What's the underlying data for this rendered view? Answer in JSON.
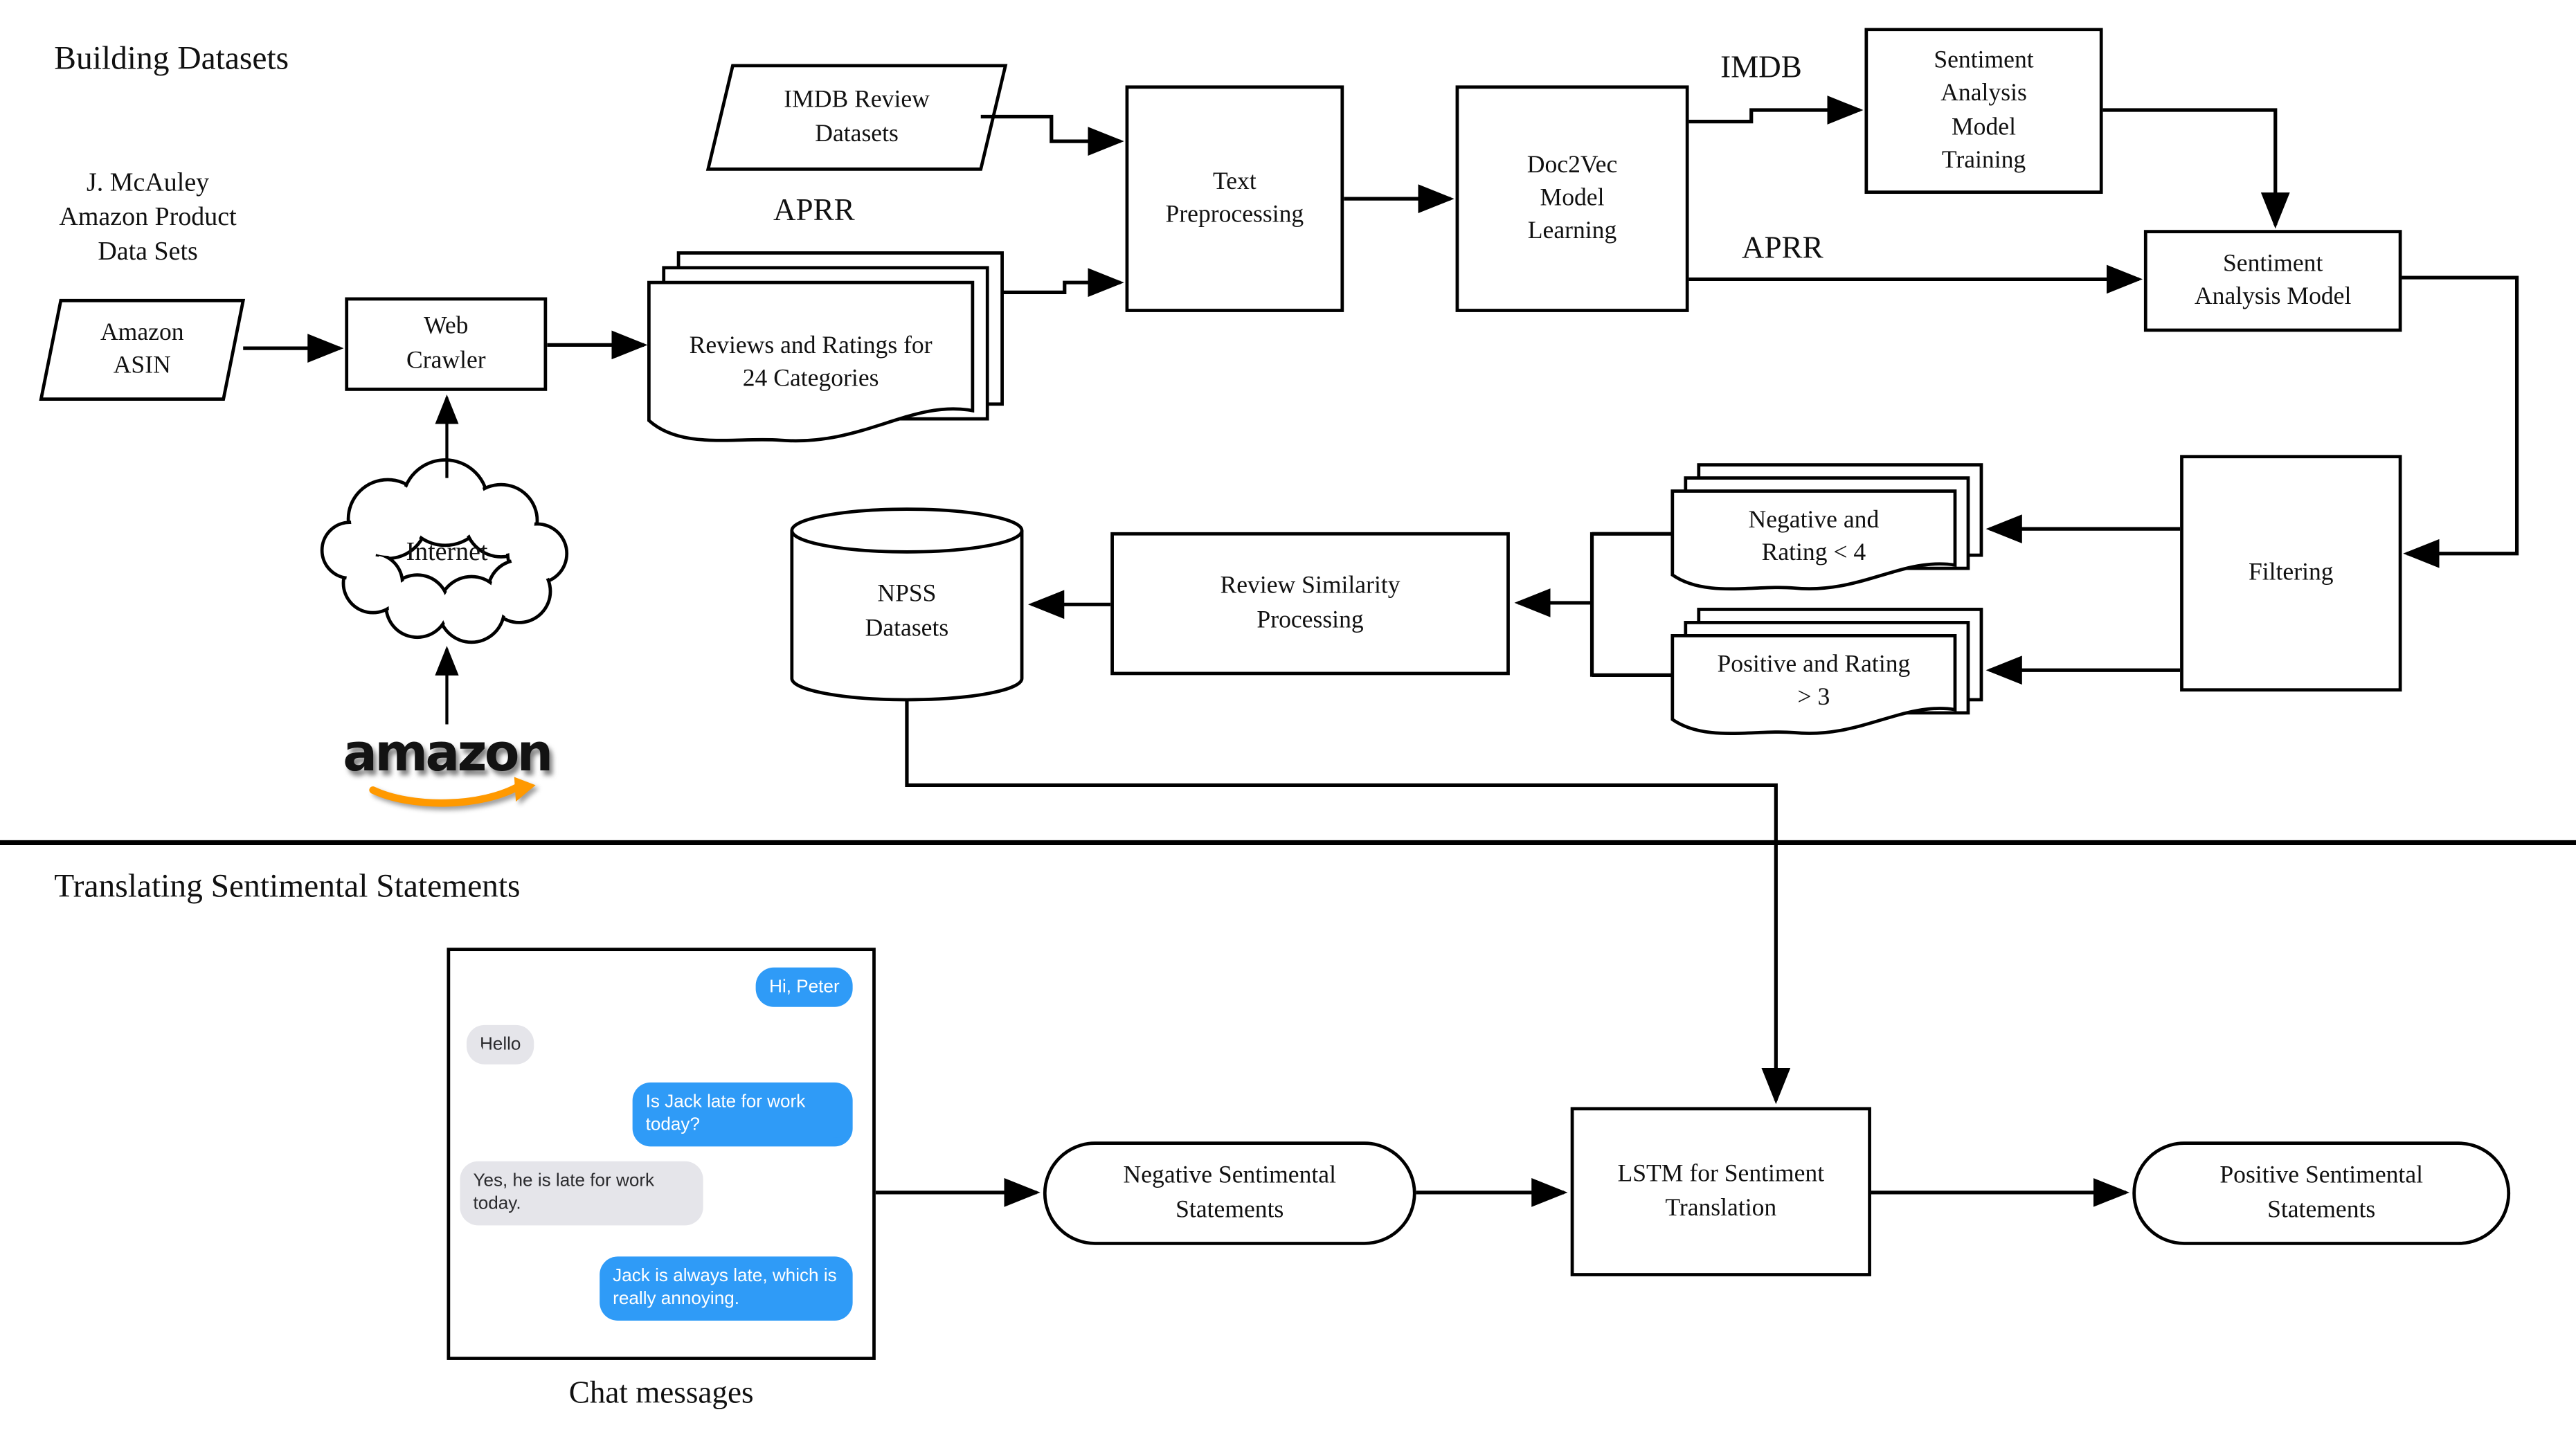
{
  "titles": {
    "building": "Building Datasets",
    "translating": "Translating Sentimental Statements"
  },
  "notes": {
    "mcauley": {
      "line1": "J. McAuley",
      "line2": "Amazon Product",
      "line3": "Data Sets"
    }
  },
  "edge_labels": {
    "imdb": "IMDB",
    "aprr": "APRR",
    "stack_tag": "APRR"
  },
  "nodes": {
    "amazon_asin": "Amazon ASIN",
    "web_crawler": "Web Crawler",
    "internet_cloud": "Internet",
    "amazon_logo": "amazon",
    "reviews_stack": "Reviews and Ratings for 24 Categories",
    "imdb_datasets": "IMDB Review Datasets",
    "text_preprocessing": "Text Preprocessing",
    "doc2vec": "Doc2Vec Model Learning",
    "sentiment_training": "Sentiment Analysis Model Training",
    "sentiment_model": "Sentiment Analysis Model",
    "filtering": "Filtering",
    "negative_stack": "Negative and Rating < 4",
    "positive_stack": "Positive and Rating > 3",
    "review_similarity": "Review Similarity Processing",
    "npss": "NPSS Datasets",
    "negative_stadium": "Negative Sentimental Statements",
    "lstm": "LSTM for Sentiment Translation",
    "positive_stadium": "Positive Sentimental Statements"
  },
  "chat": {
    "caption": "Chat messages",
    "messages": [
      {
        "side": "right",
        "text": "Hi, Peter"
      },
      {
        "side": "left",
        "text": "Hello"
      },
      {
        "side": "right",
        "text": "Is Jack late for work today?"
      },
      {
        "side": "left",
        "text": "Yes, he is late for work today."
      },
      {
        "side": "right",
        "text": "Jack is always late, which is really annoying."
      }
    ]
  },
  "colors": {
    "bubble_blue": "#2f9bf7",
    "bubble_gray": "#e5e5ea",
    "amazon_orange": "#ff9900",
    "line": "#000000"
  }
}
